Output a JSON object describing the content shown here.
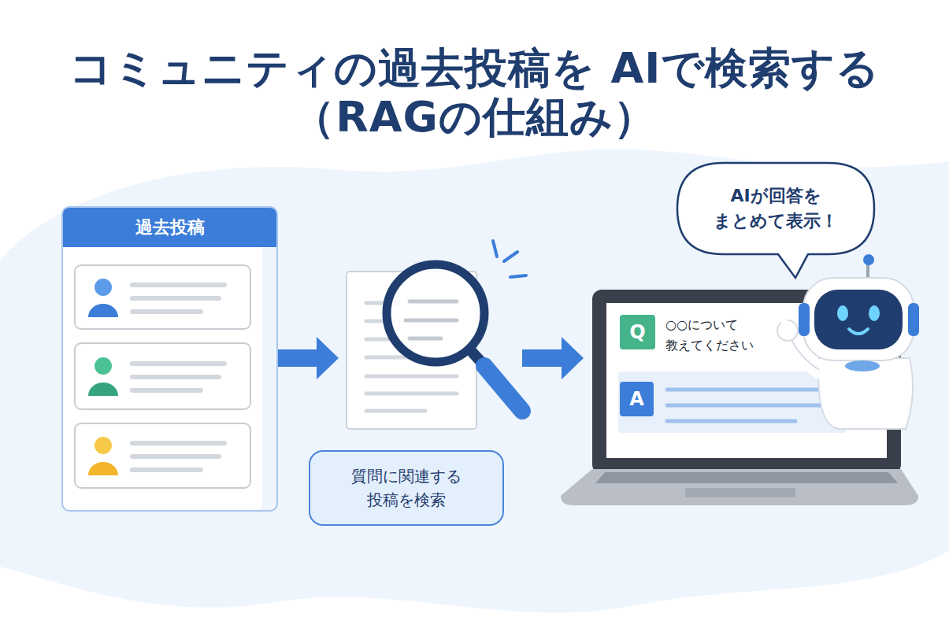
{
  "diagram": {
    "title": "コミュニティの過去投稿を AIで検索する（RAGの仕組み）",
    "nodes": [
      {
        "text": [
          "過去投稿"
        ]
      },
      {
        "text": [
          "質問に関連する 投稿を検索"
        ]
      },
      {
        "text": [
          "AIが回答を まとめて表示！"
        ]
      },
      {
        "text": [
          "Q"
        ]
      },
      {
        "text": [
          "A"
        ]
      }
    ],
    "labels": [
      "○○について 教えてください"
    ]
  }
}
